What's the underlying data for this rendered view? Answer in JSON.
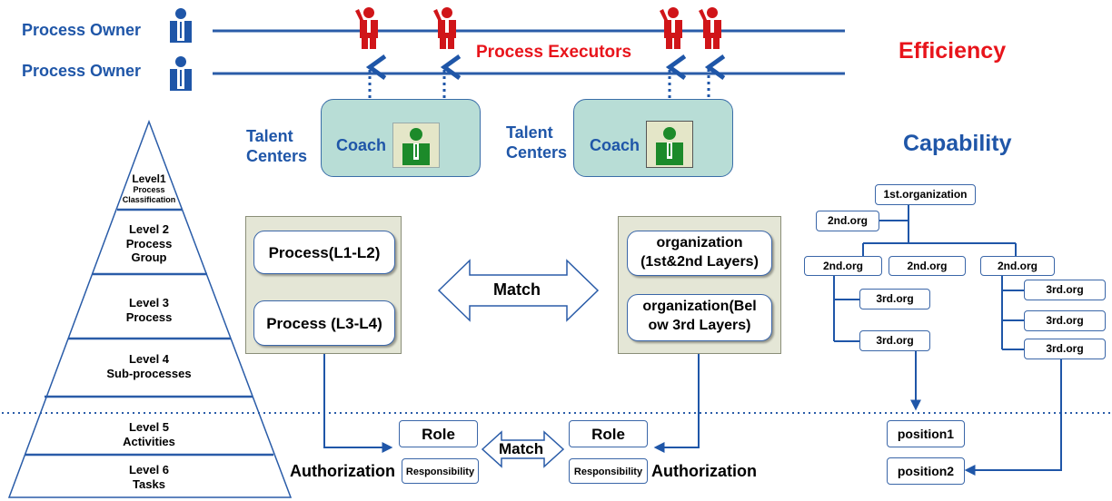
{
  "owners": [
    "Process Owner",
    "Process Owner"
  ],
  "process_executors": "Process Executors",
  "efficiency": "Efficiency",
  "capability": "Capability",
  "talent_centers": "Talent\nCenters",
  "coach": "Coach",
  "match": "Match",
  "role": "Role",
  "responsibility": "Responsibility",
  "authorization": "Authorization",
  "process_boxes": [
    "Process(L1-L2)",
    "Process (L3-L4)"
  ],
  "org_boxes": [
    "organization\n(1st&2nd Layers)",
    "organization(Bel\now 3rd Layers)"
  ],
  "levels": [
    {
      "title": "Level1",
      "sub": "Process\nClassification"
    },
    {
      "title": "Level 2",
      "sub": "Process\nGroup"
    },
    {
      "title": "Level 3",
      "sub": "Process"
    },
    {
      "title": "Level 4",
      "sub": "Sub-processes"
    },
    {
      "title": "Level 5",
      "sub": "Activities"
    },
    {
      "title": "Level 6",
      "sub": "Tasks"
    }
  ],
  "org_tree": {
    "root": "1st.organization",
    "second": [
      "2nd.org",
      "2nd.org",
      "2nd.org",
      "2nd.org"
    ],
    "third": [
      "3rd.org",
      "3rd.org",
      "3rd.org",
      "3rd.org",
      "3rd.org"
    ],
    "positions": [
      "position1",
      "position2"
    ]
  },
  "colors": {
    "blue": "#1f56a8",
    "red": "#e8141b",
    "teal": "#b8ddd6",
    "panel": "#e4e6d6"
  }
}
